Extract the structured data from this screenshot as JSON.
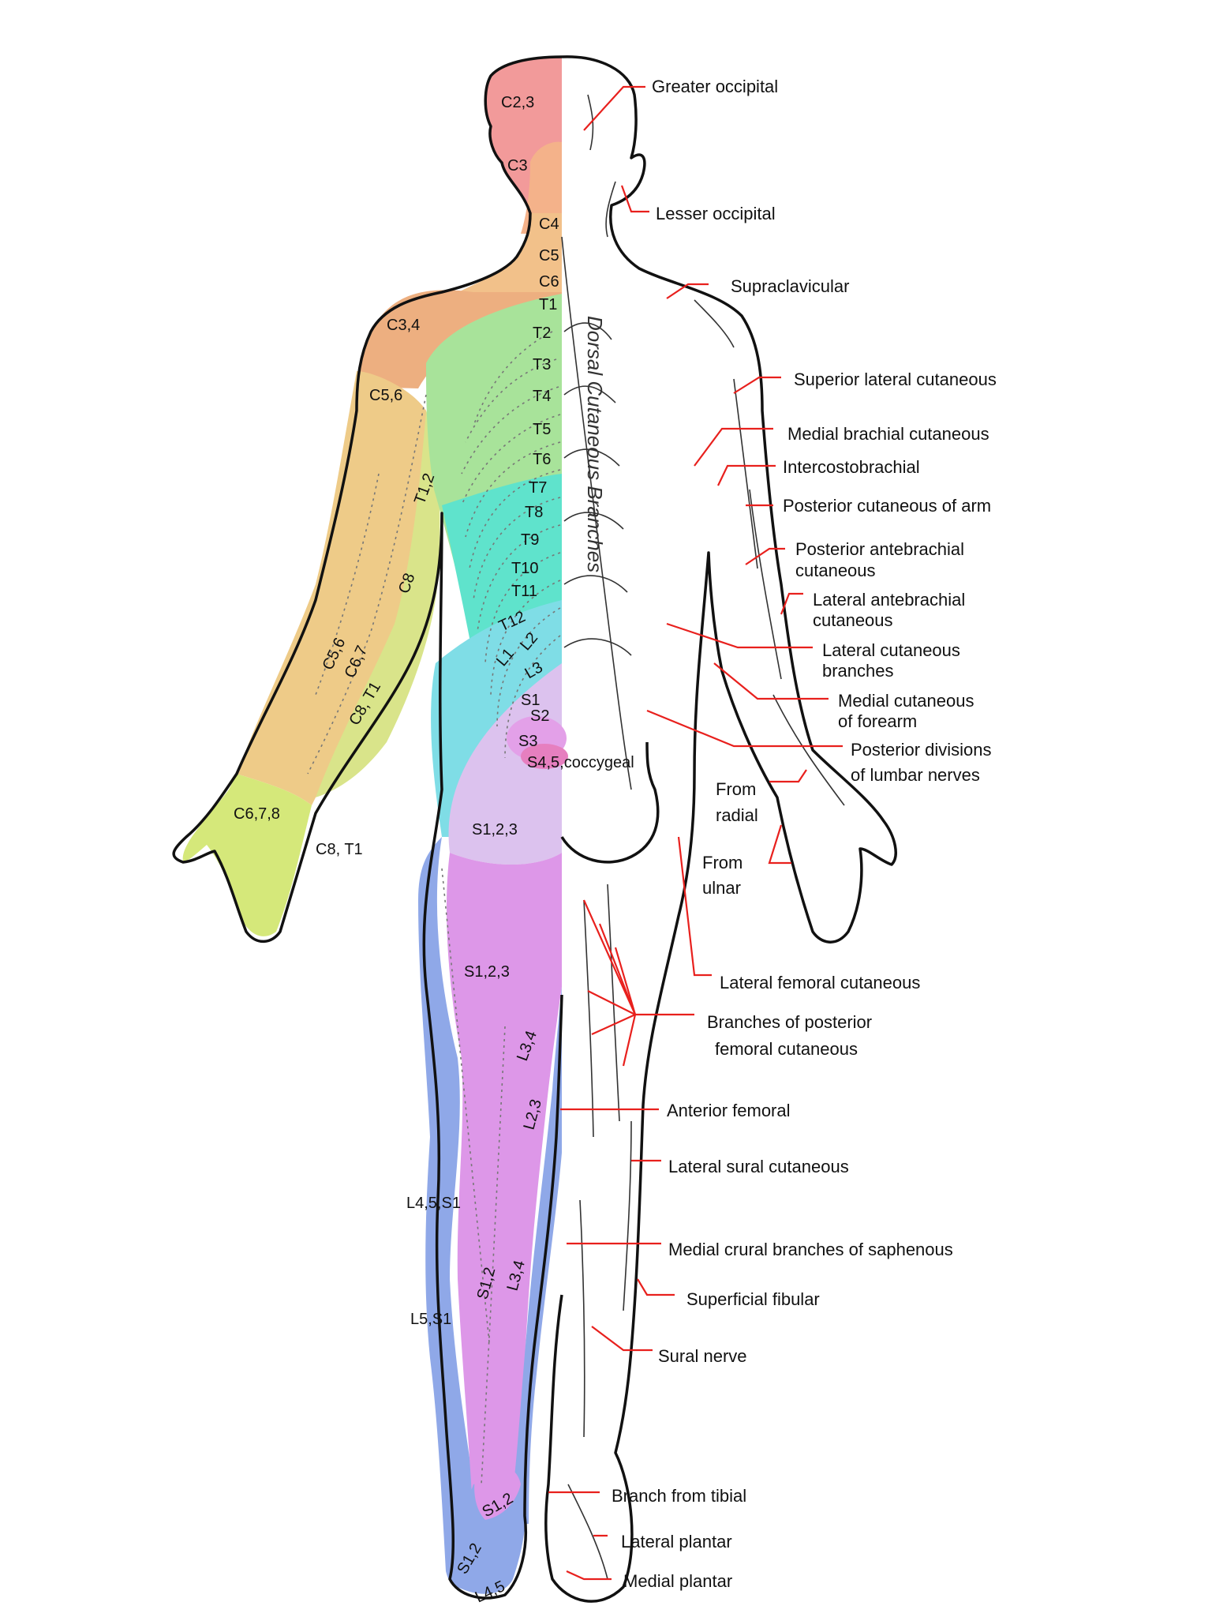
{
  "colors": {
    "leader": "#e8201d",
    "C2_3": "#f29a9a",
    "C4_C6": "#f2c18a",
    "C3_4_C5_6": "#e8b37a",
    "T1_2": "#d9e48a",
    "thoracic_upper": "#b9e38f",
    "thoracic_lower": "#5fe3cc",
    "lumbar": "#7fdde6",
    "S1_2_3": "#dd97e8",
    "L_leg": "#8fa8e8",
    "S3_S4_5": "#e67fbf",
    "arm_C5_6": "#f0cc86",
    "arm_C6_7": "#dbe592",
    "hand": "#d5e87a"
  },
  "dermatome_labels": {
    "c23": "C2,3",
    "c3": "C3",
    "c4": "C4",
    "c5": "C5",
    "c6": "C6",
    "t1": "T1",
    "t2": "T2",
    "t3": "T3",
    "t4": "T4",
    "t5": "T5",
    "t6": "T6",
    "t7": "T7",
    "t8": "T8",
    "t9": "T9",
    "t10": "T10",
    "t11": "T11",
    "t12": "T12",
    "l1": "L1",
    "l2": "L2",
    "l3": "L3",
    "s1": "S1",
    "s2": "S2",
    "s3": "S3",
    "s45": "S4,5,coccygeal",
    "c34": "C3,4",
    "c56_shoulder": "C5,6",
    "t12_arm": "T1,2",
    "c8_arm": "C8",
    "c56_forearm": "C5,6",
    "c67_forearm": "C6,7",
    "c8t1_forearm": "C8, T1",
    "c678_hand": "C6,7,8",
    "c8t1_hand": "C8, T1",
    "s123_buttock": "S1,2,3",
    "s123_thigh": "S1,2,3",
    "l34_thigh": "L3,4",
    "l23_knee": "L2,3",
    "l45s1_calf": "L4,5,S1",
    "s12_calf": "S1,2",
    "l34_calf": "L3,4",
    "l5s1_calf": "L5,S1",
    "s12_heel": "S1,2",
    "s12_foot": "S1,2",
    "l45_foot": "L4,5"
  },
  "vertical_text": "Dorsal Cutaneous Branches",
  "nerve_labels": {
    "greater_occipital": "Greater occipital",
    "lesser_occipital": "Lesser occipital",
    "supraclavicular": "Supraclavicular",
    "superior_lateral_cutaneous": "Superior lateral cutaneous",
    "medial_brachial_cutaneous": "Medial brachial cutaneous",
    "intercostobrachial": "Intercostobrachial",
    "posterior_cutaneous_arm": "Posterior cutaneous of arm",
    "posterior_antebrachial_1": "Posterior antebrachial",
    "posterior_antebrachial_2": "cutaneous",
    "lateral_antebrachial_1": "Lateral antebrachial",
    "lateral_antebrachial_2": "cutaneous",
    "lateral_cutaneous_branches_1": "Lateral cutaneous",
    "lateral_cutaneous_branches_2": "branches",
    "medial_cutaneous_forearm_1": "Medial cutaneous",
    "medial_cutaneous_forearm_2": "of forearm",
    "posterior_divisions_1": "Posterior divisions",
    "posterior_divisions_2": "of lumbar nerves",
    "from_radial_1": "From",
    "from_radial_2": "radial",
    "from_ulnar_1": "From",
    "from_ulnar_2": "ulnar",
    "lateral_femoral_cutaneous": "Lateral femoral cutaneous",
    "branches_posterior_femoral_1": "Branches of posterior",
    "branches_posterior_femoral_2": "femoral cutaneous",
    "anterior_femoral": "Anterior femoral",
    "lateral_sural_cutaneous": "Lateral sural cutaneous",
    "medial_crural_branches": "Medial crural branches of saphenous",
    "superficial_fibular": "Superficial fibular",
    "sural_nerve": "Sural nerve",
    "branch_from_tibial": "Branch from tibial",
    "lateral_plantar": "Lateral plantar",
    "medial_plantar": "Medial plantar"
  }
}
